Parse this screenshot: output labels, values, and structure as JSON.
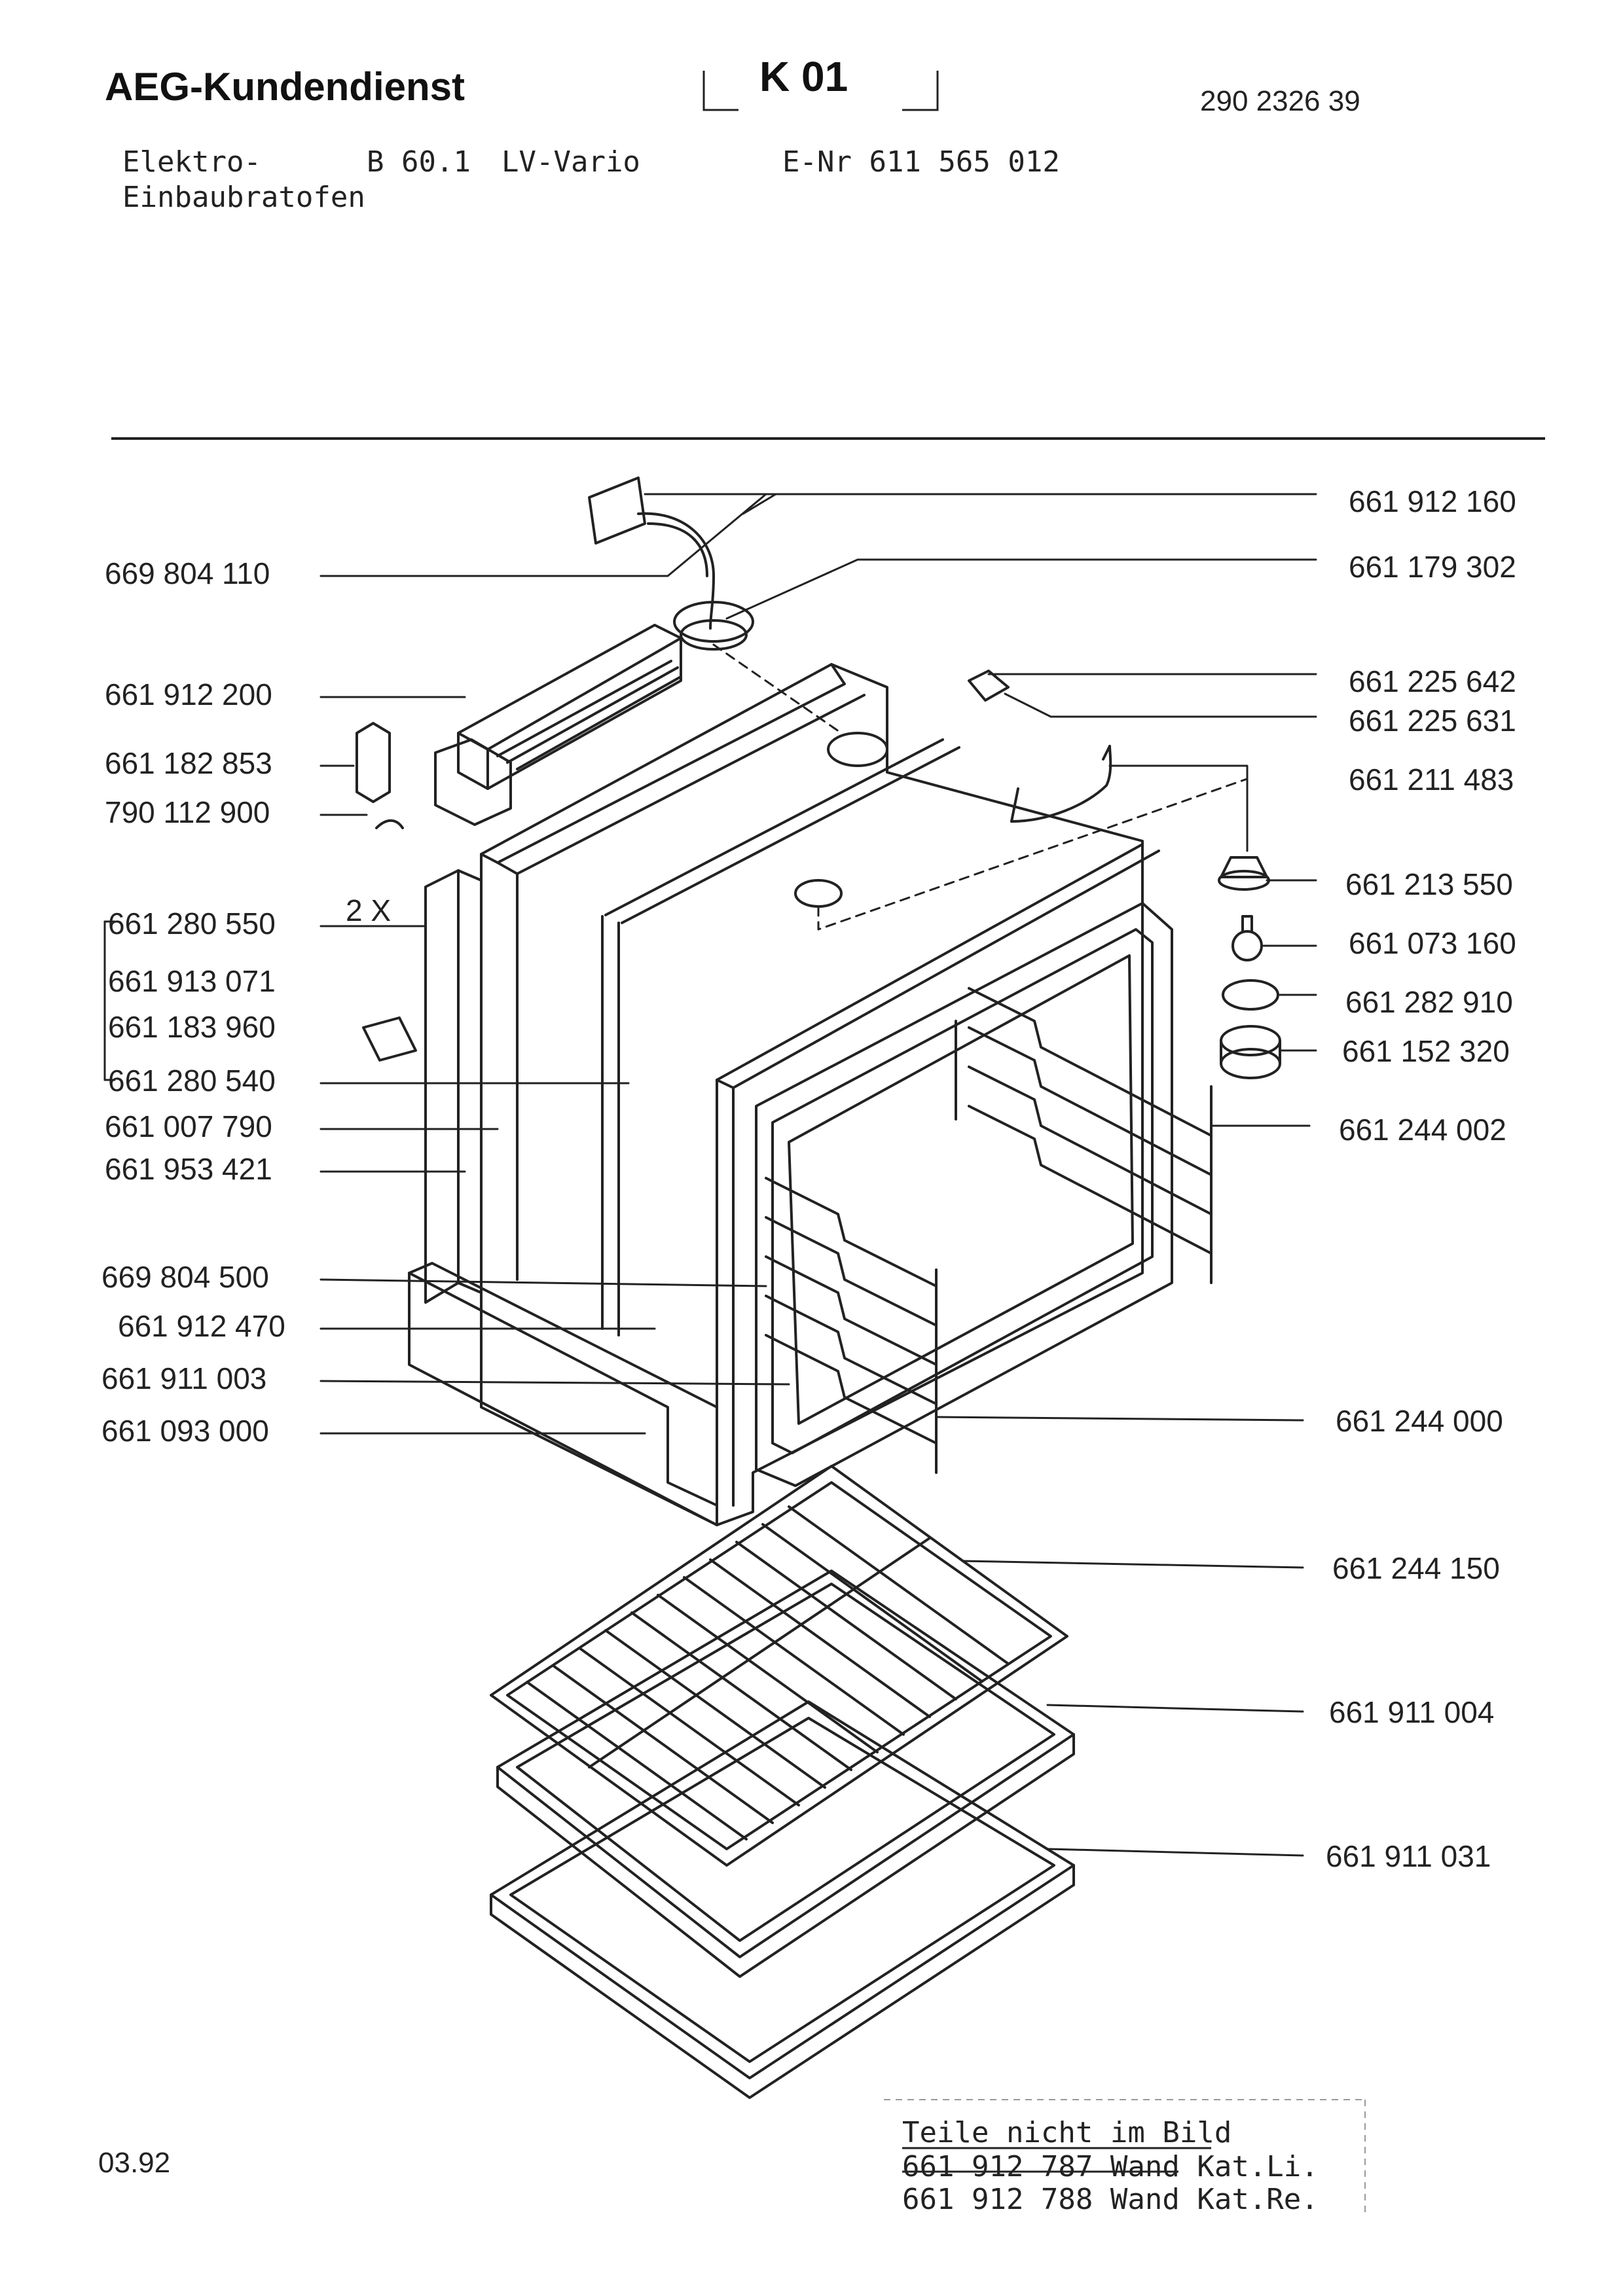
{
  "header": {
    "brand": "AEG-Kundendienst",
    "section_code": "K 01",
    "document_number": "290 2326 39"
  },
  "product": {
    "line1": "Elektro-",
    "line2": "Einbaubratofen",
    "model": "B 60.1",
    "variant": "LV-Vario",
    "enr": "E-Nr 611 565 012"
  },
  "parts_left": [
    "669 804 110",
    "661 912 200",
    "661 182 853",
    "790 112 900",
    "661 280 550",
    "661 913 071",
    "661 183 960",
    "661 280 540",
    "661 007 790",
    "661 953 421",
    "669 804 500",
    "661 912 470",
    "661 911 003",
    "661 093 000"
  ],
  "quantity_note": "2 X",
  "parts_right": [
    "661 912 160",
    "661 179 302",
    "661 225 642",
    "661 225 631",
    "661 211 483",
    "661 213 550",
    "661 073 160",
    "661 282 910",
    "661 152 320",
    "661 244 002",
    "661 244 000",
    "661 244 150",
    "661 911 004",
    "661 911 031"
  ],
  "footnote": {
    "title": "Teile nicht im Bild",
    "lines": [
      "661 912 787 Wand Kat.Li.",
      "661 912 788 Wand Kat.Re."
    ]
  },
  "date": "03.92"
}
